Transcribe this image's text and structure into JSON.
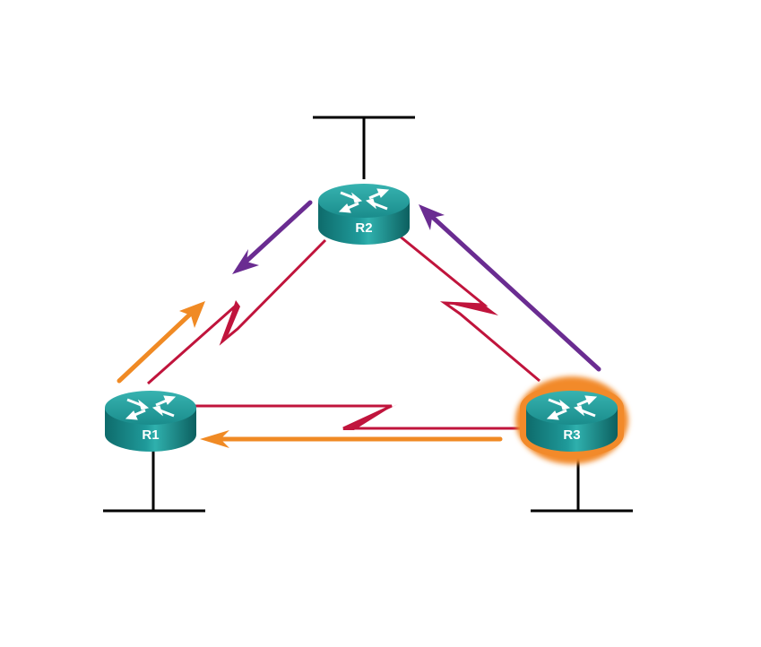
{
  "diagram": {
    "title": "",
    "routers": [
      {
        "id": "R1",
        "label": "R1",
        "highlighted": false
      },
      {
        "id": "R2",
        "label": "R2",
        "highlighted": false
      },
      {
        "id": "R3",
        "label": "R3",
        "highlighted": true
      }
    ],
    "links": [
      {
        "from": "R1",
        "to": "R2",
        "type": "serial"
      },
      {
        "from": "R2",
        "to": "R3",
        "type": "serial"
      },
      {
        "from": "R1",
        "to": "R3",
        "type": "serial"
      }
    ],
    "lans": [
      {
        "router": "R1",
        "position": "below"
      },
      {
        "router": "R2",
        "position": "above"
      },
      {
        "router": "R3",
        "position": "below"
      }
    ],
    "flows": [
      {
        "from": "R3",
        "to": "R1",
        "color": "orange"
      },
      {
        "from": "R1",
        "to": "R2",
        "color": "orange"
      },
      {
        "from": "R3",
        "to": "R2",
        "color": "purple"
      },
      {
        "from": "R2",
        "to": "R1",
        "color": "purple"
      }
    ],
    "colors": {
      "router_body": "#1a8a8a",
      "router_top": "#2aa3a3",
      "serial_link": "#c0143c",
      "flow_orange": "#f08a24",
      "flow_purple": "#6a2c91",
      "highlight": "#f28a2a",
      "lan": "#000000"
    }
  }
}
